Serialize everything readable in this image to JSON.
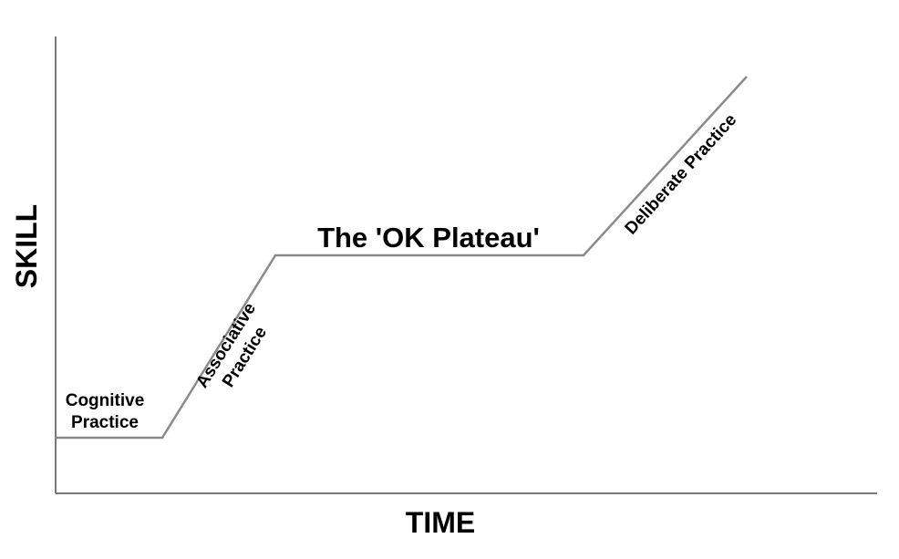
{
  "axes": {
    "y_label": "SKILL",
    "x_label": "TIME"
  },
  "stages": {
    "cognitive": {
      "line1": "Cognitive",
      "line2": "Practice"
    },
    "associative": {
      "line1": "Associative",
      "line2": "Practice"
    },
    "plateau": {
      "label": "The 'OK Plateau'"
    },
    "deliberate": {
      "label": "Deliberate Practice"
    }
  }
}
